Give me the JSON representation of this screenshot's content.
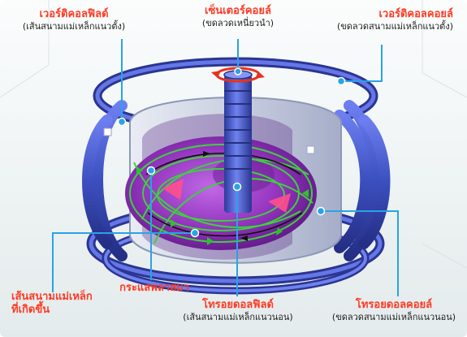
{
  "labels": {
    "toroidal_field_coil_left": {
      "title": "เวอร์ติคอลฟิลด์",
      "subtitle": "(เส้นสนามแม่เหล็กแนวตั้ง)"
    },
    "central_solenoid": {
      "title": "เซ็นเตอร์คอยล์",
      "subtitle": "(ขดลวดเหนี่ยวนำ)"
    },
    "vertical_field_coil_right": {
      "title": "เวอร์ติคอลคอยล์",
      "subtitle": "(ขดลวดสนามแม่เหล็กแนวตั้ง)"
    },
    "resulting_field": {
      "title_line1": "เส้นสนามแม่เหล็ก",
      "title_line2": "ที่เกิดขึ้น"
    },
    "plasma_current": {
      "title": "กระแสพลาสมา"
    },
    "toroidal_field": {
      "title": "โทรอยดอลฟิลด์",
      "subtitle": "(เส้นสนามแม่เหล็กแนวนอน)"
    },
    "toroidal_coil": {
      "title": "โทรอยดอลคอยล์",
      "subtitle": "(ขดลวดสนามแม่เหล็กแนวนอน)"
    }
  },
  "colors": {
    "label_title": "#ff3a23",
    "leader_line": "#29a3e6",
    "coil_blue": "#3c4fbf",
    "plasma_purple": "#8a2fb0",
    "field_lines_green": "#3bd23b"
  }
}
